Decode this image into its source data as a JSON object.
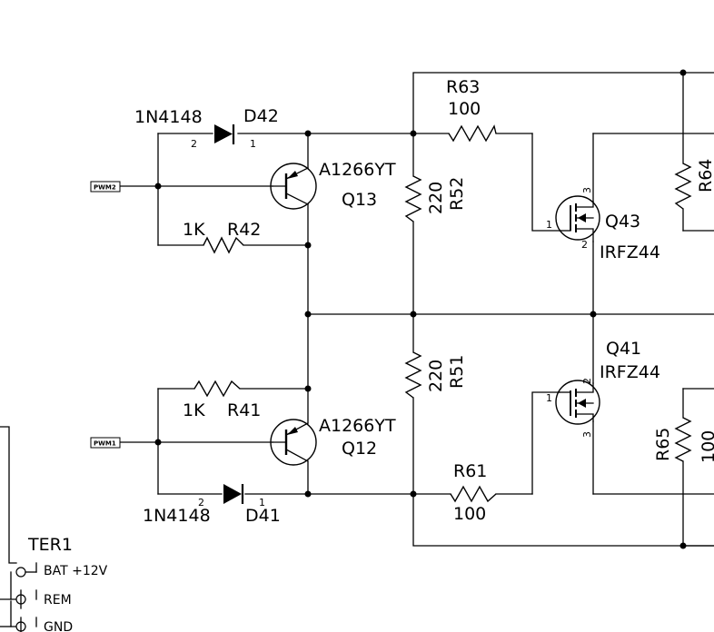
{
  "ports": {
    "pwm2": "PWM2",
    "pwm1": "PWM1"
  },
  "diodes": [
    {
      "ref": "D42",
      "part": "1N4148",
      "pin_a": "2",
      "pin_k": "1"
    },
    {
      "ref": "D41",
      "part": "1N4148",
      "pin_a": "2",
      "pin_k": "1"
    }
  ],
  "transistors": [
    {
      "ref": "Q13",
      "part": "A1266YT"
    },
    {
      "ref": "Q12",
      "part": "A1266YT"
    }
  ],
  "mosfets": [
    {
      "ref": "Q43",
      "part": "IRFZ44",
      "pin_g": "1",
      "pin_s": "2",
      "pin_d": "3"
    },
    {
      "ref": "Q41",
      "part": "IRFZ44",
      "pin_g": "1",
      "pin_s": "2",
      "pin_d": "3"
    }
  ],
  "resistors": {
    "r42": {
      "ref": "R42",
      "value": "1K"
    },
    "r41": {
      "ref": "R41",
      "value": "1K"
    },
    "r52": {
      "ref": "R52",
      "value": "220"
    },
    "r51": {
      "ref": "R51",
      "value": "220"
    },
    "r63": {
      "ref": "R63",
      "value": "100"
    },
    "r61": {
      "ref": "R61",
      "value": "100"
    },
    "r64": {
      "ref": "R64"
    },
    "r65": {
      "ref": "R65",
      "value": "100"
    }
  },
  "terminal": {
    "ref": "TER1",
    "pins": [
      "BAT +12V",
      "REM",
      "GND"
    ]
  }
}
